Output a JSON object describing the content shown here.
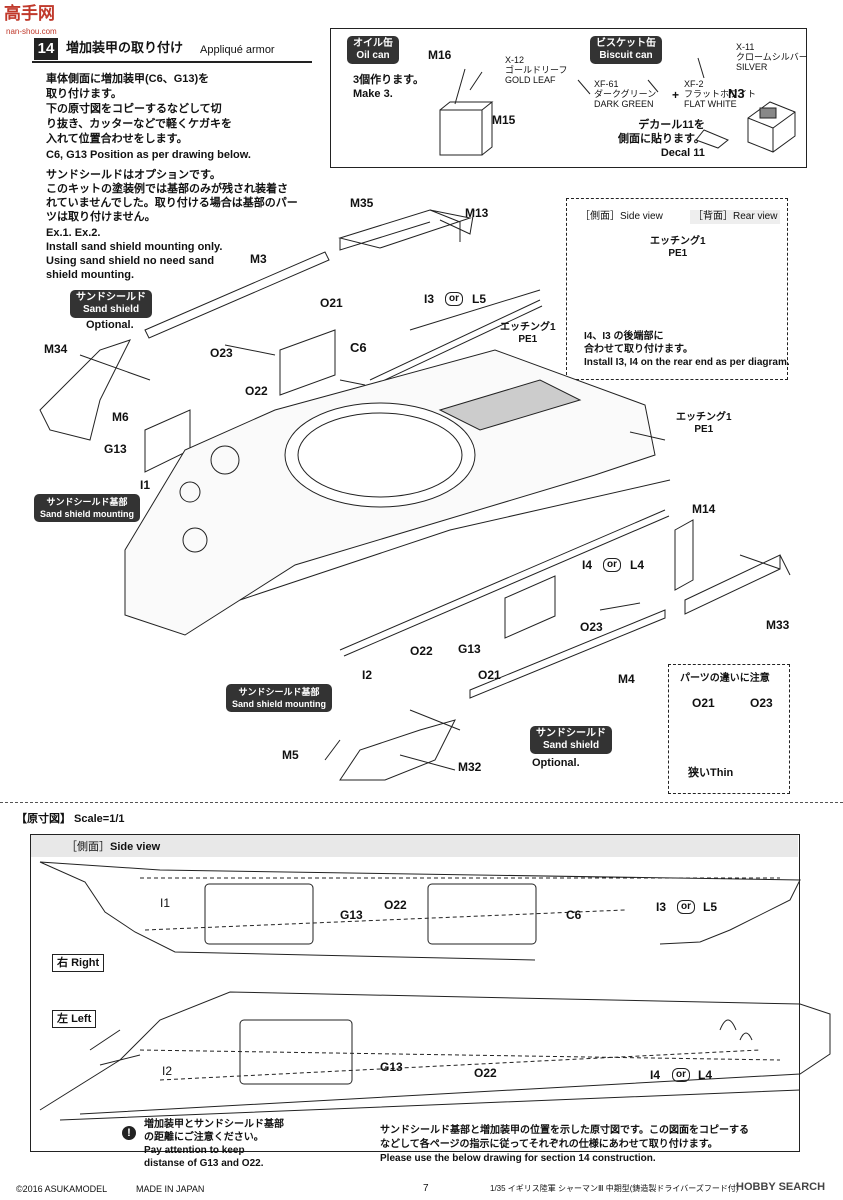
{
  "watermark": {
    "site": "高手网",
    "url": "nan-shou.com"
  },
  "step": {
    "number": "14",
    "title_jp": "増加装甲の取り付け",
    "title_en": "Appliqué armor",
    "instr_jp": [
      "車体側面に増加装甲(C6、G13)を",
      "取り付けます。",
      "下の原寸図をコピーするなどして切",
      "り抜き、カッターなどで軽くケガキを",
      "入れて位置合わせをします。"
    ],
    "instr_en": "C6, G13 Position as per drawing below.",
    "sand_jp": [
      "サンドシールドはオプションです。",
      "このキットの塗装例では基部のみが残され装着さ",
      "れていませんでした。取り付ける場合は基部のパー",
      "ツは取り付けません。"
    ],
    "sand_en": [
      "Ex.1. Ex.2.",
      "Install sand shield mounting only.",
      "Using sand shield no need sand",
      "shield mounting."
    ]
  },
  "oil_can": {
    "label_jp": "オイル缶",
    "label_en": "Oil can",
    "parts": {
      "m16": "M16",
      "m15": "M15"
    },
    "make_jp": "3個作ります。",
    "make_en": "Make 3.",
    "paint_code": "X-12",
    "paint_jp": "ゴールドリーフ",
    "paint_en": "GOLD LEAF"
  },
  "biscuit_can": {
    "label_jp": "ビスケット缶",
    "label_en": "Biscuit can",
    "x11_code": "X-11",
    "x11_jp": "クロームシルバー",
    "x11_en": "SILVER",
    "xf61_code": "XF-61",
    "xf61_jp": "ダークグリーン",
    "xf61_en": "DARK GREEN",
    "plus": "+",
    "xf2_code": "XF-2",
    "xf2_jp": "フラットホワイト",
    "xf2_en": "FLAT WHITE",
    "part": "N3",
    "decal_jp": "デカール11を",
    "decal_jp2": "側面に貼ります。",
    "decal_en": "Decal 11"
  },
  "parts": {
    "m35": "M35",
    "m13": "M13",
    "m3": "M3",
    "o21_top": "O21",
    "i3": "I3",
    "or1": "or",
    "l5": "L5",
    "sand_shield_jp": "サンドシールド",
    "sand_shield_en": "Sand shield",
    "optional": "Optional.",
    "m34": "M34",
    "o23": "O23",
    "c6": "C6",
    "o22": "O22",
    "m6": "M6",
    "g13": "G13",
    "i1": "I1",
    "pe1_jp": "エッチング1",
    "pe1": "PE1",
    "pe1b_jp": "エッチング1",
    "pe1b": "PE1",
    "mount_jp": "サンドシールド基部",
    "mount_en": "Sand shield mounting",
    "m14": "M14",
    "i4": "I4",
    "or2": "or",
    "l4": "L4",
    "m33": "M33",
    "o23_b": "O23",
    "o22_b": "O22",
    "g13_b": "G13",
    "i2": "I2",
    "o21_b": "O21",
    "m4": "M4",
    "mount2_jp": "サンドシールド基部",
    "mount2_en": "Sand shield mounting",
    "sand2_jp": "サンドシールド",
    "sand2_en": "Sand shield",
    "optional2": "Optional.",
    "m5": "M5",
    "m32": "M32"
  },
  "inset": {
    "side_view_jp": "［側面］",
    "side_view_en": "Side view",
    "rear_view_jp": "［背面］",
    "rear_view_en": "Rear view",
    "pe_jp": "エッチング1",
    "pe": "PE1",
    "note_jp1": "I4、I3 の後端部に",
    "note_jp2": "合わせて取り付けます。",
    "note_en": "Install I3, I4 on the rear end as per diagram."
  },
  "diff": {
    "title": "パーツの違いに注意",
    "o21": "O21",
    "o23": "O23",
    "thin_jp": "狭い",
    "thin_en": "Thin"
  },
  "scale": {
    "title": "【原寸図】 Scale=1/1",
    "side_jp": "［側面］",
    "side_en": "Side view",
    "right_jp": "右",
    "right_en": "Right",
    "left_jp": "左",
    "left_en": "Left",
    "i1": "I1",
    "o22": "O22",
    "g13": "G13",
    "c6": "C6",
    "i3": "I3",
    "or": "or",
    "l5": "L5",
    "i2": "I2",
    "g13_b": "G13",
    "o22_b": "O22",
    "i4": "I4",
    "or2": "or",
    "l4": "L4"
  },
  "footer": {
    "attn_jp": [
      "増加装甲とサンドシールド基部",
      "の距離にご注意ください。"
    ],
    "attn_en": [
      "Pay attention to keep",
      "distanse of G13 and O22."
    ],
    "note_jp": [
      "サンドシールド基部と増加装甲の位置を示した原寸図です。この図面をコピーする",
      "などして各ページの指示に従ってそれぞれの仕様にあわせて取り付けます。"
    ],
    "note_en": "Please use the below drawing for section 14 construction.",
    "copyright": "©2016 ASUKAMODEL",
    "made": "MADE IN JAPAN",
    "page": "7",
    "product": "1/35 イギリス陸軍 シャーマンⅢ 中期型(鋳造製ドライバーズフード付)",
    "hobby": "HOBBY SEARCH"
  }
}
